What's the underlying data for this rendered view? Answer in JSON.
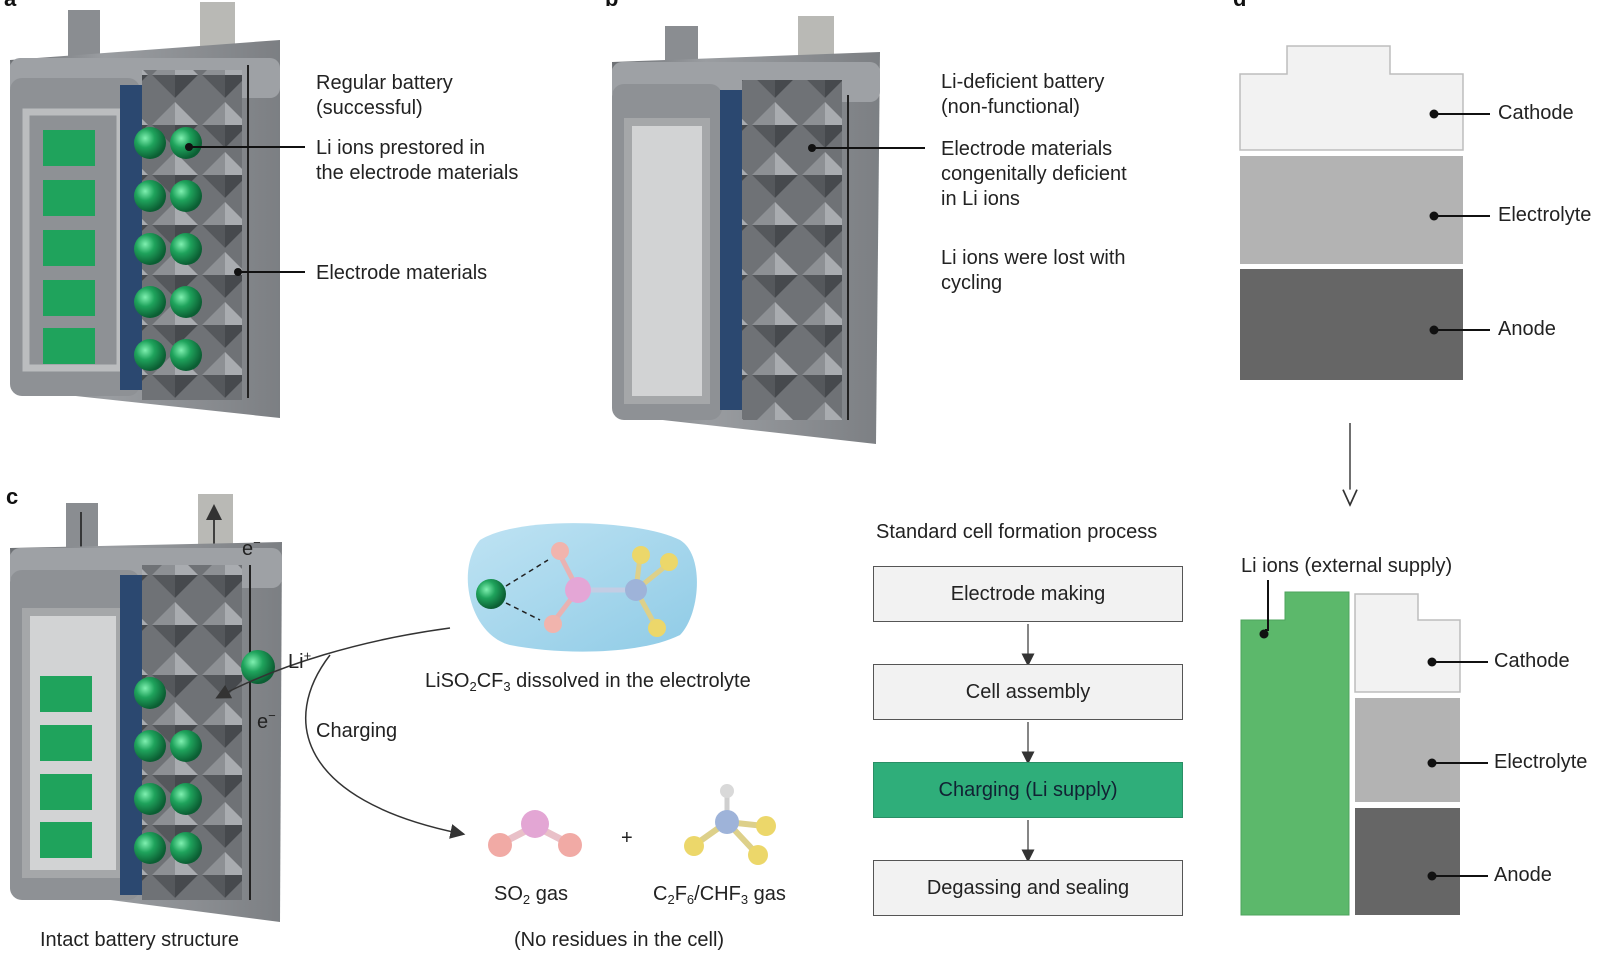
{
  "panels": {
    "a": "a",
    "b": "b",
    "c": "c",
    "d": "d"
  },
  "panel_a": {
    "title_line1": "Regular battery",
    "title_line2": "(successful)",
    "callout1_line1": "Li ions prestored in",
    "callout1_line2": "the electrode materials",
    "callout2": "Electrode materials"
  },
  "panel_b": {
    "title_line1": "Li-deficient battery",
    "title_line2": "(non-functional)",
    "callout_line1": "Electrode materials",
    "callout_line2": "congenitally deficient",
    "callout_line3": "in Li ions",
    "note_line1": "Li ions were lost with",
    "note_line2": "cycling"
  },
  "panel_c": {
    "electron1": "e",
    "electron2": "e",
    "charge_minus": "−",
    "li_ion": "Li",
    "li_charge": "+",
    "charging": "Charging",
    "salt_pre": "LiSO",
    "salt_sub1": "2",
    "salt_mid": "CF",
    "salt_sub2": "3",
    "salt_post": " dissolved in the electrolyte",
    "plus": "+",
    "gas1_pre": "SO",
    "gas1_sub": "2",
    "gas1_post": " gas",
    "gas2_c": "C",
    "gas2_sub1": "2",
    "gas2_f": "F",
    "gas2_sub2": "6",
    "gas2_mid": "/CHF",
    "gas2_sub3": "3",
    "gas2_post": " gas",
    "residue_note": "(No residues in the cell)",
    "caption": "Intact battery structure"
  },
  "process": {
    "title": "Standard cell formation process",
    "steps": [
      "Electrode making",
      "Cell assembly",
      "Charging (Li supply)",
      "Degassing and sealing"
    ]
  },
  "panel_d": {
    "top_labels": [
      "Cathode",
      "Electrolyte",
      "Anode"
    ],
    "li_supply": "Li ions (external supply)",
    "bottom_labels": [
      "Cathode",
      "Electrolyte",
      "Anode"
    ]
  },
  "colors": {
    "li_green": "#1fa35c",
    "supply_green": "#5cb86b",
    "highlight_box": "#2fae7a",
    "cathode": "#f1f1f1",
    "electrolyte": "#b3b3b3",
    "anode": "#666666"
  }
}
